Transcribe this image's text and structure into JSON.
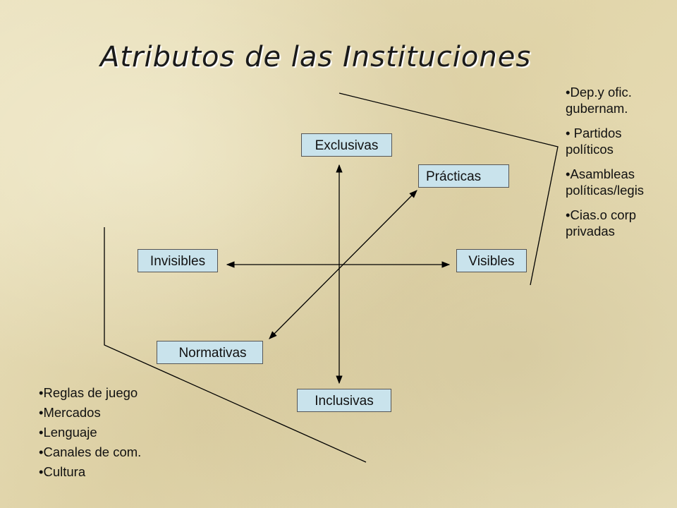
{
  "title": "Atributos de las Instituciones",
  "nodes": {
    "exclusivas": "Exclusivas",
    "practicas": "Prácticas",
    "invisibles": "Invisibles",
    "visibles": "Visibles",
    "normativas": "Normativas",
    "inclusivas": "Inclusivas"
  },
  "right_list": [
    "Dep.y ofic. gubernam.",
    " Partidos políticos",
    "Asambleas políticas/legis",
    "Cias.o corp privadas"
  ],
  "left_list": [
    "Reglas de juego",
    "Mercados",
    "Lenguaje",
    "Canales de com.",
    "Cultura"
  ]
}
